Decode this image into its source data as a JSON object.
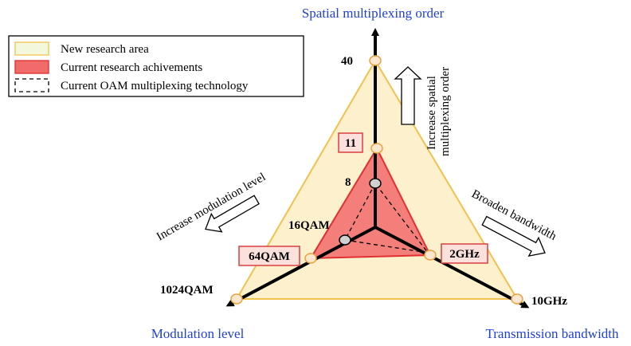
{
  "legend": {
    "items": [
      {
        "label": "New research area",
        "style": "new-area"
      },
      {
        "label": "Current research achivements",
        "style": "current"
      },
      {
        "label": "Current OAM multiplexing technology",
        "style": "dashed"
      }
    ]
  },
  "axes": {
    "spatial": {
      "title": "Spatial multiplexing order",
      "max_label": "40",
      "current_label": "11",
      "oam_label": "8"
    },
    "modulation": {
      "title": "Modulation level",
      "max_label": "1024QAM",
      "current_label": "64QAM",
      "oam_label": "16QAM"
    },
    "bandwidth": {
      "title": "Transmission bandwidth",
      "max_label": "10GHz",
      "current_label": "2GHz"
    }
  },
  "arrows": {
    "spatial_line1": "Increase spatial",
    "spatial_line2": "multiplexing order",
    "modulation": "Increase modulation level",
    "bandwidth": "Broaden bandwidth"
  },
  "colors": {
    "new_area_fill": "#fdf0cc",
    "new_area_stroke": "#f2c14e",
    "current_fill": "#f26b6b",
    "current_stroke": "#e03030",
    "axis_title": "#1f3fd6",
    "axis_line": "#000000",
    "label_box_bg": "#fbe0dc",
    "label_box_stroke": "#d94040",
    "marker_fill": "#fbe6d0",
    "marker_stroke": "#e9a23b"
  }
}
